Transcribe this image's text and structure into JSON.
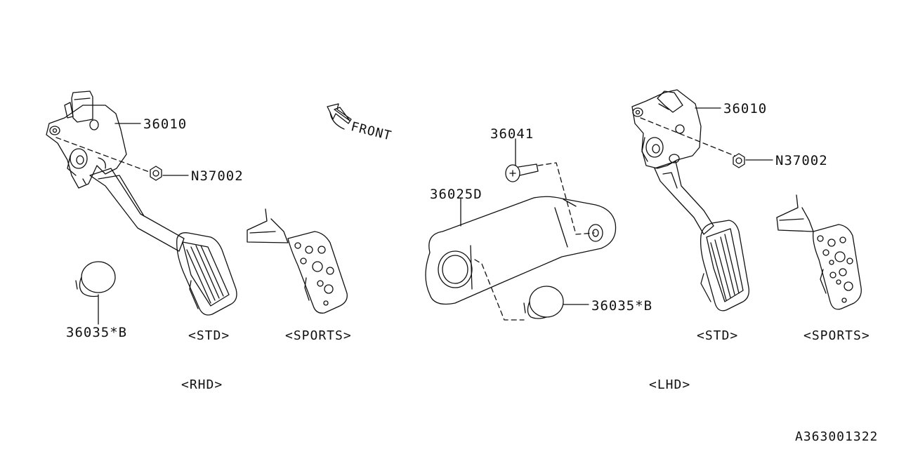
{
  "labels": {
    "rhd_sensor": "36010",
    "rhd_nut": "N37002",
    "rhd_stopper": "36035*B",
    "rhd_std": "<STD>",
    "rhd_sports": "<SPORTS>",
    "rhd": "<RHD>",
    "front": "FRONT",
    "bolt": "36041",
    "bracket": "36025D",
    "lhd_stopper": "36035*B",
    "lhd_sensor": "36010",
    "lhd_nut": "N37002",
    "lhd_std": "<STD>",
    "lhd_sports": "<SPORTS>",
    "lhd": "<LHD>",
    "figure_id": "A363001322"
  },
  "icons": {
    "front_arrow": "hollow-arrow-up-left-icon"
  }
}
